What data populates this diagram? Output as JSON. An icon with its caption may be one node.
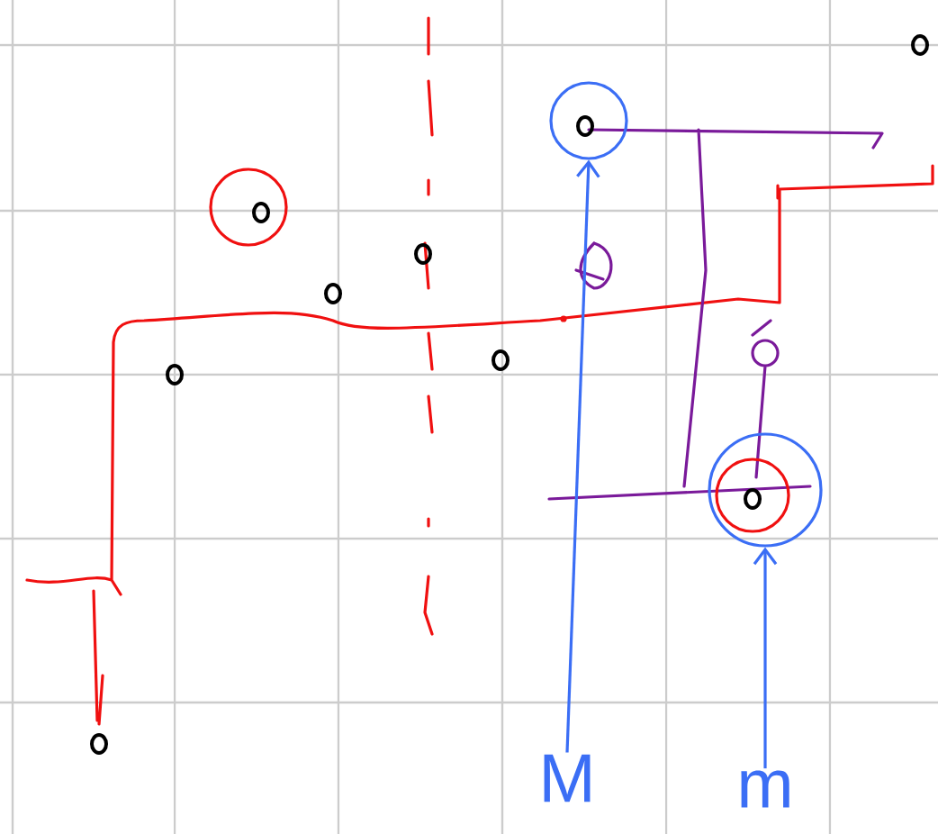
{
  "diagram": {
    "nodes": [
      {
        "text": [],
        "shape": "circle"
      },
      {
        "text": [],
        "shape": "circle"
      },
      {
        "text": [
          "M"
        ]
      },
      {
        "text": [
          "m"
        ]
      }
    ],
    "edges": [
      {
        "from": 2,
        "to": 0,
        "arrow": "to"
      },
      {
        "from": 3,
        "to": 1,
        "arrow": "to"
      }
    ]
  }
}
